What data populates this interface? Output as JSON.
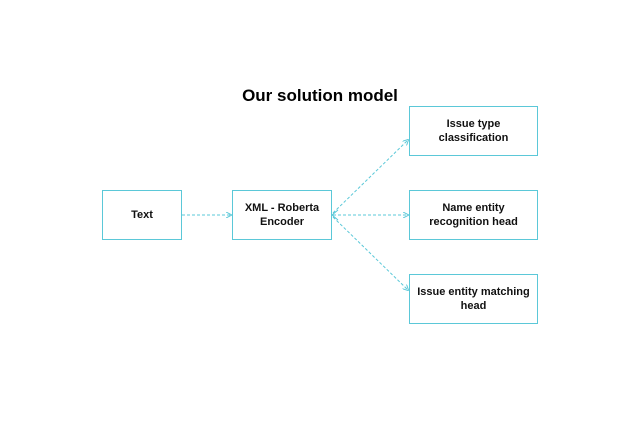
{
  "title": "Our solution model",
  "nodes": {
    "text": "Text",
    "encoder_line1": "XML - Roberta",
    "encoder_line2": "Encoder",
    "issue_type_line1": "Issue type",
    "issue_type_line2": "classification",
    "ner_line1": "Name entity",
    "ner_line2": "recognition head",
    "matching_line1": "Issue entity matching",
    "matching_line2": "head"
  },
  "edges": [
    {
      "from": "text",
      "to": "encoder"
    },
    {
      "from": "encoder",
      "to": "issue_type"
    },
    {
      "from": "encoder",
      "to": "ner"
    },
    {
      "from": "encoder",
      "to": "matching"
    }
  ],
  "colors": {
    "border": "#5bc8d8",
    "arrow": "#5bc8d8",
    "text": "#111111"
  }
}
